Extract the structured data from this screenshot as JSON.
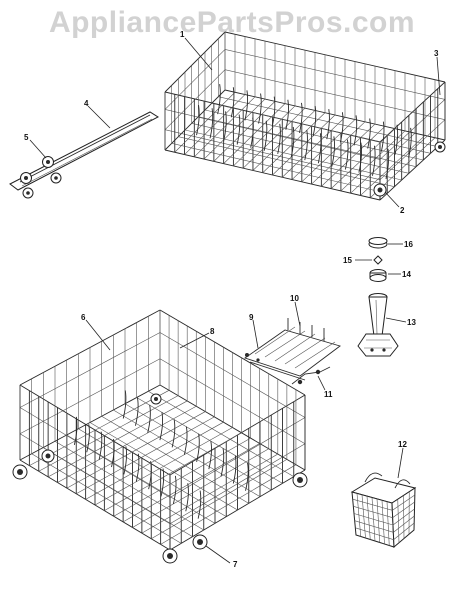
{
  "watermark": "AppliancePartsPros.com",
  "callouts": [
    {
      "id": "1",
      "label": "1"
    },
    {
      "id": "2",
      "label": "2"
    },
    {
      "id": "3",
      "label": "3"
    },
    {
      "id": "4",
      "label": "4"
    },
    {
      "id": "5",
      "label": "5"
    },
    {
      "id": "6",
      "label": "6"
    },
    {
      "id": "7",
      "label": "7"
    },
    {
      "id": "8",
      "label": "8"
    },
    {
      "id": "9",
      "label": "9"
    },
    {
      "id": "10",
      "label": "10"
    },
    {
      "id": "11",
      "label": "11"
    },
    {
      "id": "12",
      "label": "12"
    },
    {
      "id": "13",
      "label": "13"
    },
    {
      "id": "14",
      "label": "14"
    },
    {
      "id": "15",
      "label": "15"
    },
    {
      "id": "16",
      "label": "16"
    }
  ]
}
